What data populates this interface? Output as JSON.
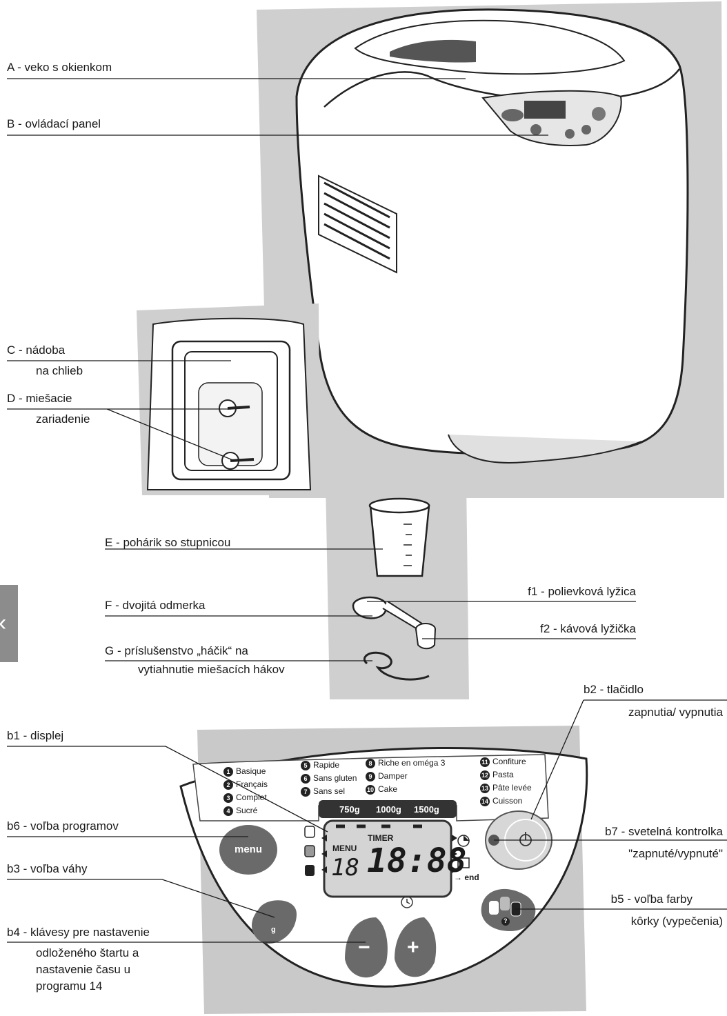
{
  "labels": {
    "A": "A - veko s okienkom",
    "B": "B - ovládací panel",
    "C": [
      "C - nádoba",
      "na chlieb"
    ],
    "D": [
      "D - miešacie",
      "zariadenie"
    ],
    "E": "E - pohárik so stupnicou",
    "F": "F - dvojitá odmerka",
    "f1": "f1 - polievková lyžica",
    "f2": "f2 - kávová lyžička",
    "G": [
      "G - príslušenstvo „háčik“ na",
      "vytiahnutie miešacích hákov"
    ],
    "b1": "b1 - displej",
    "b2": [
      "b2 - tlačidlo",
      "zapnutia/ vypnutia"
    ],
    "b3": "b3 - voľba váhy",
    "b4": [
      "b4 - klávesy pre nastavenie",
      "odloženého štartu a",
      "nastavenie času u",
      "programu 14"
    ],
    "b5": [
      "b5 - voľba farby",
      "kôrky (vypečenia)"
    ],
    "b6": "b6 - voľba programov",
    "b7": [
      "b7 - svetelná kontrolka",
      "\"zapnuté/vypnuté\""
    ]
  },
  "panel": {
    "programs": [
      {
        "num": "1",
        "name": "Basique"
      },
      {
        "num": "2",
        "name": "Français"
      },
      {
        "num": "3",
        "name": "Complet"
      },
      {
        "num": "4",
        "name": "Sucré"
      },
      {
        "num": "5",
        "name": "Rapide"
      },
      {
        "num": "6",
        "name": "Sans gluten"
      },
      {
        "num": "7",
        "name": "Sans sel"
      },
      {
        "num": "8",
        "name": "Riche en oméga 3"
      },
      {
        "num": "9",
        "name": "Damper"
      },
      {
        "num": "10",
        "name": "Cake"
      },
      {
        "num": "11",
        "name": "Confiture"
      },
      {
        "num": "12",
        "name": "Pasta"
      },
      {
        "num": "13",
        "name": "Pâte levée"
      },
      {
        "num": "14",
        "name": "Cuisson"
      }
    ],
    "weights": [
      "750g",
      "1000g",
      "1500g"
    ],
    "display": {
      "menu": "MENU",
      "timer": "TIMER",
      "program_digits": "18",
      "time": "18:88",
      "end": "→ end"
    },
    "menu_button": "menu",
    "weight_button": "g",
    "minus": "−",
    "plus": "+",
    "help_mark": "?"
  },
  "colors": {
    "panel_bg": "#c9c9c9",
    "button_dark": "#6a6a6a",
    "lcd": "#d4d4d4",
    "tab": "#8c8c8c"
  }
}
